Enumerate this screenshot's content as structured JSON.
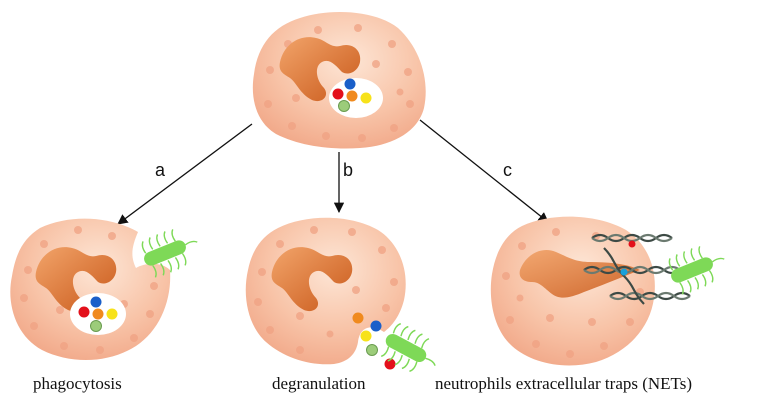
{
  "arrows": [
    {
      "label": "a"
    },
    {
      "label": "b"
    },
    {
      "label": "c"
    }
  ],
  "captions": {
    "phagocytosis": "phagocytosis",
    "degranulation": "degranulation",
    "nets": "neutrophils extracellular traps (NETs)"
  },
  "colors": {
    "cell_light": "#fde3d3",
    "cell_mid": "#f6b69a",
    "cell_dark": "#ef9a7c",
    "nucleus": "#e07a2e",
    "nucleus_dark": "#c85a12",
    "granule_red": "#e3101b",
    "granule_blue": "#1a5fc9",
    "granule_orange": "#f08a1e",
    "granule_yellow": "#f7e21a",
    "granule_green": "#9ccc7a",
    "bacterium": "#7ed957",
    "dna": "#3d4a45"
  }
}
